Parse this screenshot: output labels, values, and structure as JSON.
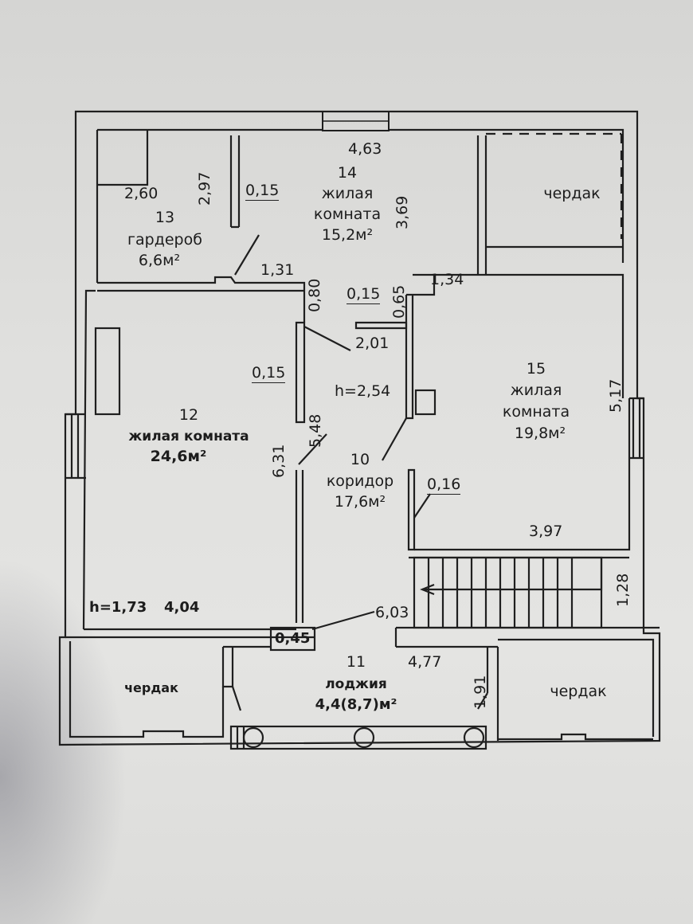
{
  "rooms": {
    "r13": {
      "number": "13",
      "name": "гардероб",
      "area": "6,6м²"
    },
    "r14": {
      "number": "14",
      "name_line1": "жилая",
      "name_line2": "комната",
      "area": "15,2м²"
    },
    "r12": {
      "number": "12",
      "name": "жилая комната",
      "area": "24,6м²"
    },
    "r10": {
      "number": "10",
      "name": "коридор",
      "area": "17,6м²"
    },
    "r15": {
      "number": "15",
      "name_line1": "жилая",
      "name_line2": "комната",
      "area": "19,8м²"
    },
    "r11": {
      "number": "11",
      "name": "лоджия",
      "area": "4,4(8,7)м²"
    }
  },
  "attics": {
    "a1": "чердак",
    "a2": "чердак",
    "a3": "чердак"
  },
  "dimensions": {
    "d463": "4,63",
    "d260": "2,60",
    "d297": "2,97",
    "d015a": "0,15",
    "d369": "3,69",
    "d131": "1,31",
    "d080": "0,80",
    "d015b": "0,15",
    "d065": "0,65",
    "d134": "1,34",
    "d201": "2,01",
    "d015c": "0,15",
    "h254": "h=2,54",
    "d548": "5,48",
    "d631": "6,31",
    "d517": "5,17",
    "d016": "0,16",
    "d397": "3,97",
    "d128": "1,28",
    "d603": "6,03",
    "d045": "0,45",
    "d477": "4,77",
    "d191": "1,91",
    "h173": "h=1,73",
    "d404": "4,04"
  }
}
